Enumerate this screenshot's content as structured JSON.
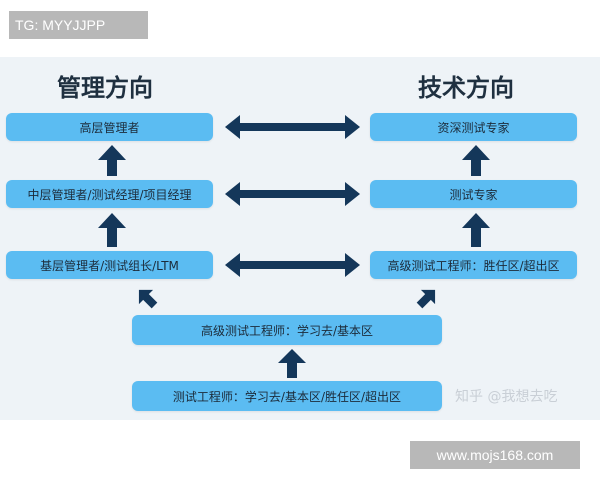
{
  "watermark_top": "TG: MYYJJPP",
  "watermark_bottom": "www.mojs168.com",
  "heading_left": "管理方向",
  "heading_right": "技术方向",
  "management": {
    "senior": "高层管理者",
    "middle": "中层管理者/测试经理/项目经理",
    "junior": "基层管理者/测试组长/LTM"
  },
  "technical": {
    "expert_senior": "资深测试专家",
    "expert": "测试专家",
    "senior_engineer": "高级测试工程师：胜任区/超出区"
  },
  "base": {
    "senior_engineer": "高级测试工程师：学习去/基本区",
    "engineer": "测试工程师：学习去/基本区/胜任区/超出区"
  },
  "zhihu_watermark": "知乎 @我想去吃",
  "colors": {
    "box": "#5bbcf2",
    "arrow": "#14375a",
    "panel": "#eef3f7"
  }
}
